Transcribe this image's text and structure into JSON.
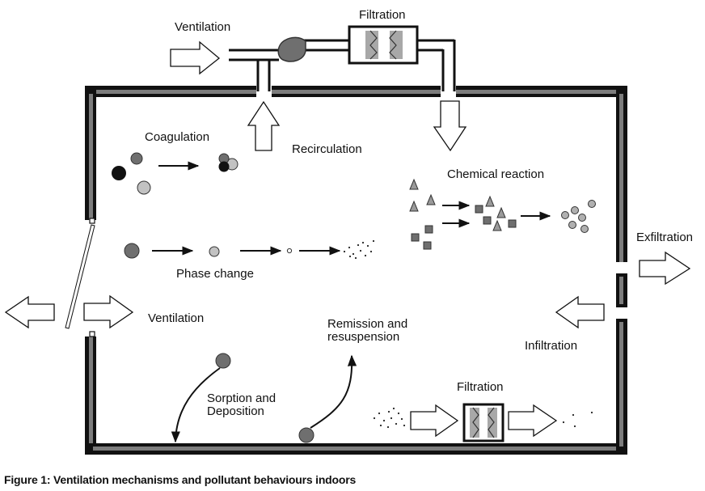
{
  "diagram": {
    "labels": {
      "ventilation_top": "Ventilation",
      "filtration_top": "Filtration",
      "coagulation": "Coagulation",
      "recirculation": "Recirculation",
      "chemical_reaction": "Chemical reaction",
      "phase_change": "Phase change",
      "exfiltration": "Exfiltration",
      "ventilation_side": "Ventilation",
      "remission_line1": "Remission and",
      "remission_line2": "resuspension",
      "infiltration": "Infiltration",
      "sorption_line1": "Sorption and",
      "sorption_line2": "Deposition",
      "filtration_bottom": "Filtration"
    },
    "caption": "Figure 1: Ventilation mechanisms and pollutant behaviours indoors"
  },
  "colors": {
    "wall_dark": "#111111",
    "wall_gray": "#7d7d7d",
    "particle_dark_gray": "#6f6f6f",
    "particle_mid_gray": "#9a9a9a",
    "particle_light_gray": "#c2c2c2",
    "particle_black": "#111111",
    "filter_gray": "#a8a8a8"
  }
}
